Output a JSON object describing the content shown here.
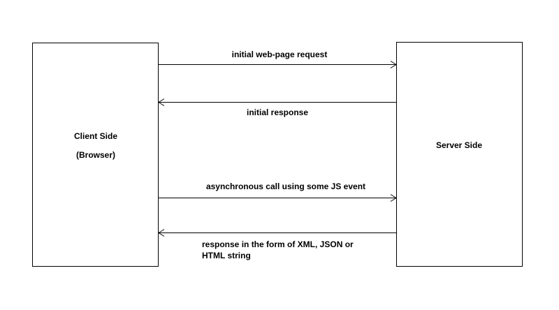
{
  "nodes": {
    "client": {
      "line1": "Client Side",
      "line2": "(Browser)"
    },
    "server": {
      "line1": "Server Side"
    }
  },
  "arrows": {
    "initial_request": {
      "label": "initial web-page request",
      "direction": "client-to-server"
    },
    "initial_response": {
      "label": "initial response",
      "direction": "server-to-client"
    },
    "async_call": {
      "label": "asynchronous call using some JS event",
      "direction": "client-to-server"
    },
    "async_response": {
      "label_line1": "response in the form of XML, JSON or",
      "label_line2": "HTML string",
      "direction": "server-to-client"
    }
  },
  "colors": {
    "stroke": "#000000",
    "background": "#ffffff"
  }
}
